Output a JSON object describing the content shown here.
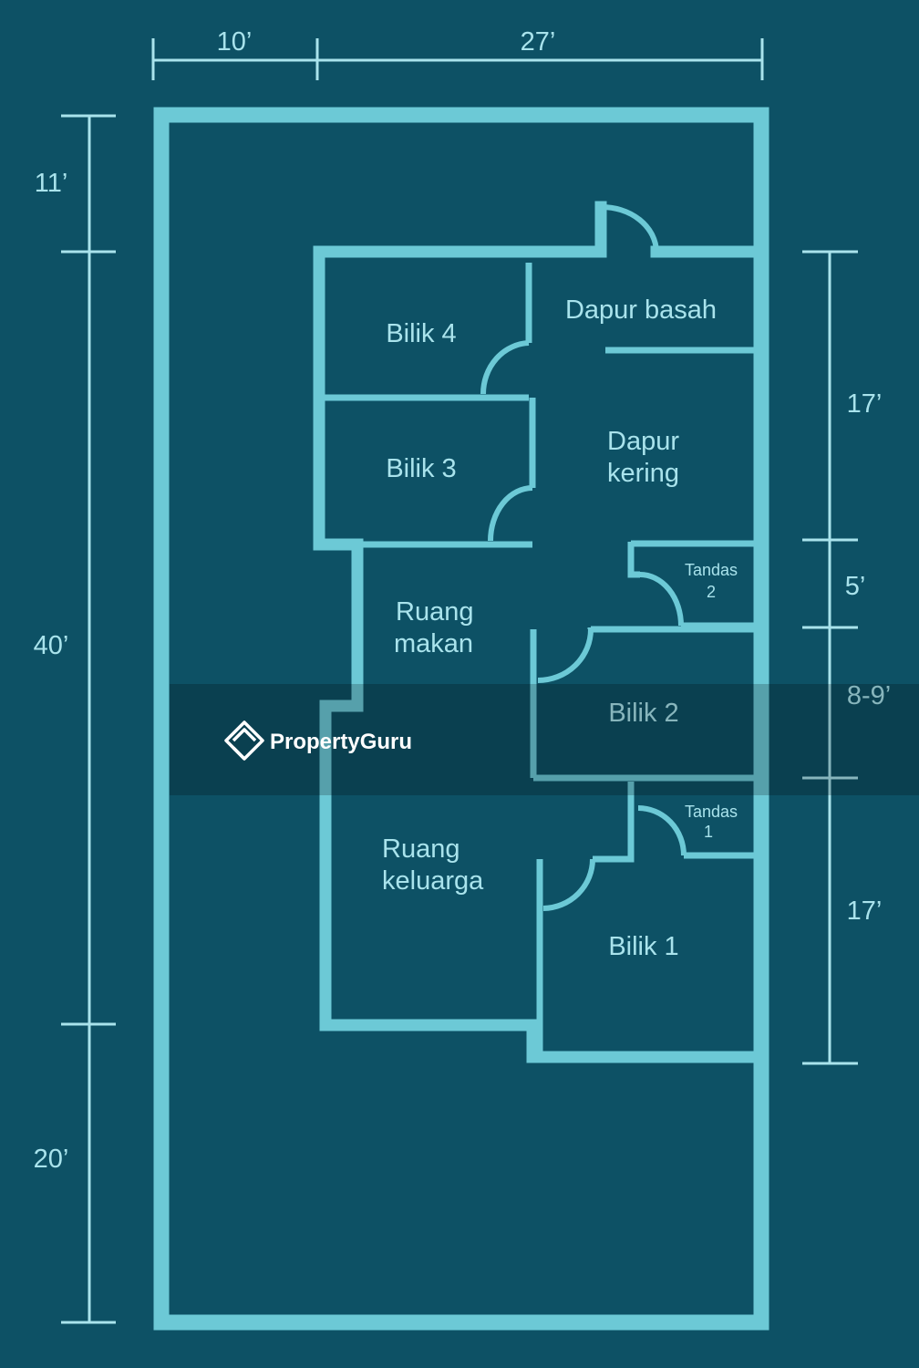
{
  "plan": {
    "dimensions": {
      "top_left": "10’",
      "top_right": "27’",
      "left_top": "11’",
      "left_mid": "40’",
      "left_bottom": "20’",
      "right_top": "17’",
      "right_5": "5’",
      "right_89": "8-9’",
      "right_bottom": "17’"
    },
    "rooms": {
      "bilik4": "Bilik 4",
      "bilik3": "Bilik 3",
      "dapur_basah": "Dapur basah",
      "dapur_kering_1": "Dapur",
      "dapur_kering_2": "kering",
      "tandas2_1": "Tandas",
      "tandas2_2": "2",
      "ruang_makan_1": "Ruang",
      "ruang_makan_2": "makan",
      "bilik2": "Bilik 2",
      "tandas1_1": "Tandas",
      "tandas1_2": "1",
      "ruang_keluarga_1": "Ruang",
      "ruang_keluarga_2": "keluarga",
      "bilik1": "Bilik 1"
    },
    "colors": {
      "background": "#0d5165",
      "wall": "#6cc9d6",
      "text": "#a9e3ec"
    }
  },
  "watermark": {
    "text": "PropertyGuru",
    "icon": "propertyguru-logo-icon"
  }
}
